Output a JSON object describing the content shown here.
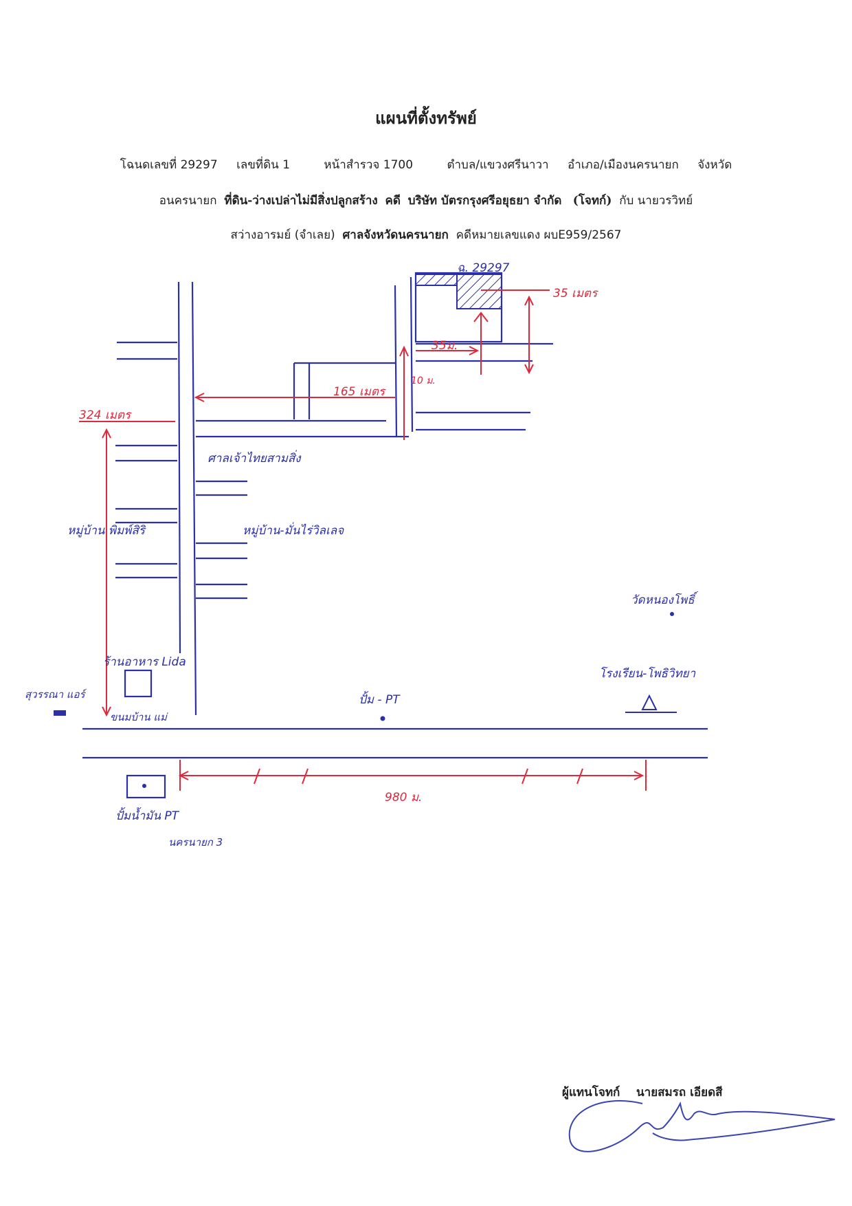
{
  "title": "แผนที่ตั้งทรัพย์",
  "header": {
    "deed": "โฉนดเลขที่ 29297",
    "land_no": "เลขที่ดิน  1",
    "survey_page": "หน้าสำรวจ 1700",
    "subdistrict": "ตำบล/แขวงศรีนาวา",
    "district": "อำเภอ/เมืองนครนายก",
    "province_label": "จังหวัด",
    "province": "อนครนายก",
    "property": "ที่ดิน-ว่างเปล่าไม่มีสิ่งปลูกสร้าง",
    "case_prefix": "คดี",
    "plaintiff": "บริษัท บัตรกรุงศรีอยุธยา จำกัด",
    "plaintiff_role": "(โจทก์)",
    "with": "กับ นายวรวิทย์",
    "defendant": "สว่างอารมย์ (จำเลย)",
    "court": "ศาลจังหวัดนครนายก",
    "case_no": "คดีหมายเลขแดง ผบE959/2567"
  },
  "map_labels": {
    "parcel": "ฉ. 29297",
    "dist_35m_right": "35 เมตร",
    "dist_35m": "35ม.",
    "dist_10m": "10 ม.",
    "dist_165m": "165 เมตร",
    "dist_324m": "324 เมตร",
    "dist_980m": "980 ม.",
    "shrine": "ศาลเจ้าไทยสามสิ่ง",
    "village_left": "หมู่บ้าน พิมพ์สิริ",
    "village_right": "หมู่บ้าน-มั่นไร่วิลเลจ",
    "temple": "วัดหนองโพธิ์",
    "school": "โรงเรียน-โพธิวิทยา",
    "restaurant": "ร้านอาหาร Lida",
    "suwanna": "สุวรรณา แอร์",
    "sweets": "ขนมบ้าน แม่",
    "gas_pt": "ปั้ม - PT",
    "gas_station": "ปั้มน้ำมัน PT",
    "road_name": "นครนายก 3"
  },
  "signature": {
    "label": "ผู้แทนโจทก์",
    "name": "นายสมรถ เอียดสี"
  },
  "colors": {
    "blue": "#2b2fa8",
    "red": "#e0283c",
    "text": "#222222"
  }
}
